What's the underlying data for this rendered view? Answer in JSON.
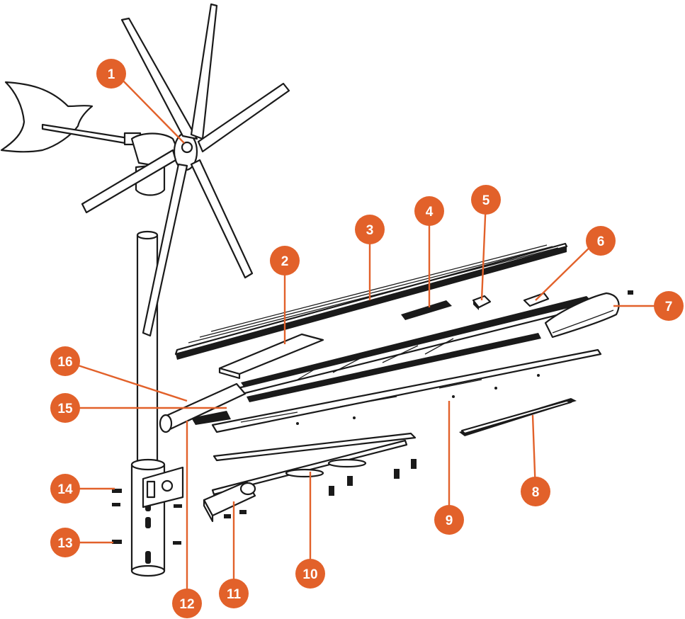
{
  "colors": {
    "accent": "#e2612a",
    "line": "#1a1a1a",
    "background": "#ffffff",
    "label_text": "#ffffff"
  },
  "callouts": [
    {
      "id": "1",
      "label": "1"
    },
    {
      "id": "2",
      "label": "2"
    },
    {
      "id": "3",
      "label": "3"
    },
    {
      "id": "4",
      "label": "4"
    },
    {
      "id": "5",
      "label": "5"
    },
    {
      "id": "6",
      "label": "6"
    },
    {
      "id": "7",
      "label": "7"
    },
    {
      "id": "8",
      "label": "8"
    },
    {
      "id": "9",
      "label": "9"
    },
    {
      "id": "10",
      "label": "10"
    },
    {
      "id": "11",
      "label": "11"
    },
    {
      "id": "12",
      "label": "12"
    },
    {
      "id": "13",
      "label": "13"
    },
    {
      "id": "14",
      "label": "14"
    },
    {
      "id": "15",
      "label": "15"
    },
    {
      "id": "16",
      "label": "16"
    }
  ]
}
